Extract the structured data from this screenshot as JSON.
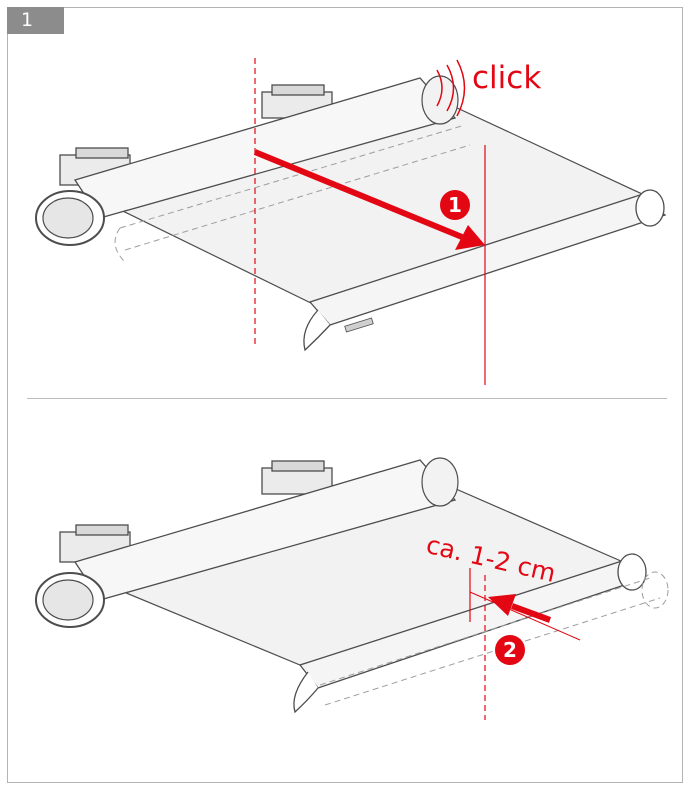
{
  "step": {
    "number": "1"
  },
  "panel_top": {
    "sound_label": "click",
    "marker": "1"
  },
  "panel_bottom": {
    "distance_label": "ca. 1-2 cm",
    "marker": "2"
  },
  "colors": {
    "accent": "#e30613",
    "badge": "#8c8c8c",
    "line": "#4d4d4d",
    "fabric": "#f2f2f2"
  }
}
